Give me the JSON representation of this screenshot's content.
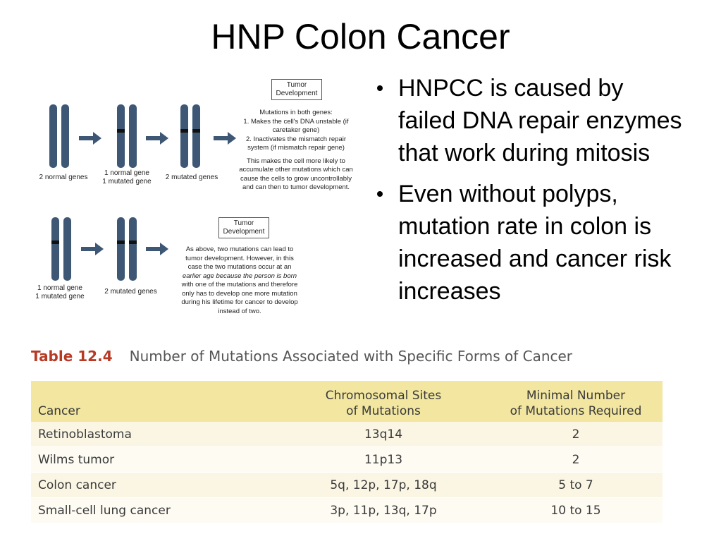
{
  "title": "HNP Colon Cancer",
  "bullets": [
    "HNPCC is caused by failed DNA repair enzymes that work during mitosis",
    "Even without polyps, mutation rate in colon is increased and cancer risk increases"
  ],
  "figure": {
    "top_row": {
      "labels": [
        "2 normal genes",
        "1 normal gene",
        "1 mutated gene",
        "2 mutated genes"
      ],
      "box_line1": "Tumor",
      "box_line2": "Development",
      "text": [
        "Mutations in both genes:",
        "1. Makes the cell's DNA unstable (if",
        "caretaker gene)",
        "2. Inactivates the mismatch repair",
        "system (if mismatch repair gene)",
        "",
        "This makes the cell more likely to",
        "accumulate other mutations which can",
        "cause the cells to grow uncontrollably",
        "and can then to tumor development."
      ]
    },
    "bottom_row": {
      "labels": [
        "1 normal gene",
        "1 mutated gene",
        "2 mutated genes"
      ],
      "box_line1": "Tumor",
      "box_line2": "Development",
      "text": [
        "As above, two mutations can lead to",
        "tumor development.  However, in this",
        "case the two mutations occur at an",
        "earlier age because the person is born",
        "with one of the mutations and therefore",
        "only has to develop one more mutation",
        "during his lifetime for cancer to develop",
        "instead of two."
      ]
    },
    "chromosome_color": "#3d5775",
    "arrow_color": "#3d5775"
  },
  "table": {
    "number": "Table 12.4",
    "caption": "Number of Mutations Associated with Specific Forms of Cancer",
    "headers": [
      [
        "Cancer"
      ],
      [
        "Chromosomal Sites",
        "of Mutations"
      ],
      [
        "Minimal Number",
        "of Mutations Required"
      ]
    ],
    "rows": [
      [
        "Retinoblastoma",
        "13q14",
        "2"
      ],
      [
        "Wilms tumor",
        "11p13",
        "2"
      ],
      [
        "Colon cancer",
        "5q, 12p, 17p, 18q",
        "5 to 7"
      ],
      [
        "Small-cell lung cancer",
        "3p, 11p, 13q, 17p",
        "10 to 15"
      ]
    ],
    "header_color": "#f2e6a0",
    "caption_number_color": "#b83a25"
  }
}
